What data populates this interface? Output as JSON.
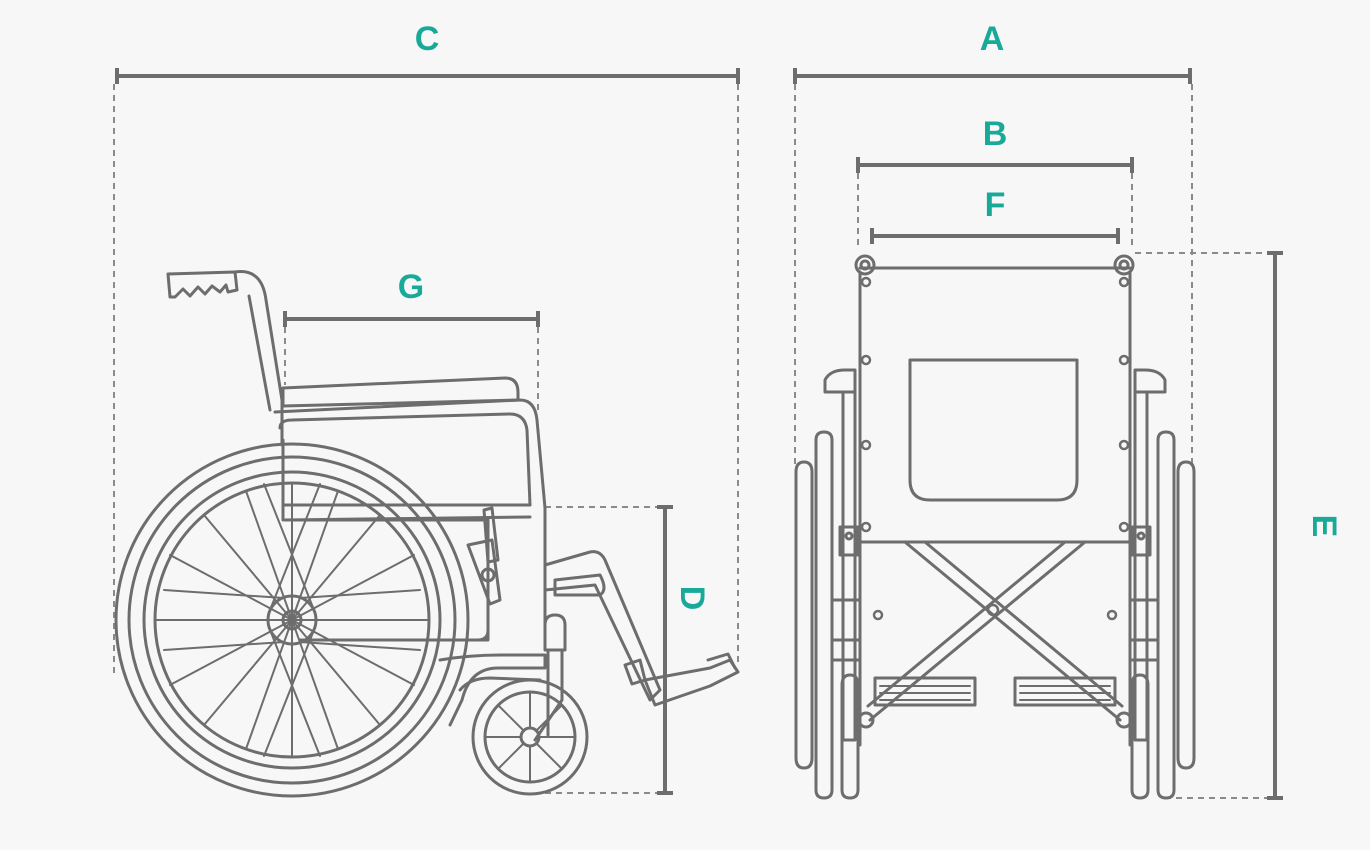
{
  "colors": {
    "background": "#f7f7f7",
    "line": "#6d6d6d",
    "dashed": "#8a8a8a",
    "label": "#18a999"
  },
  "labels": {
    "a": "A",
    "b": "B",
    "c": "C",
    "d": "D",
    "e": "E",
    "f": "F",
    "g": "G"
  }
}
